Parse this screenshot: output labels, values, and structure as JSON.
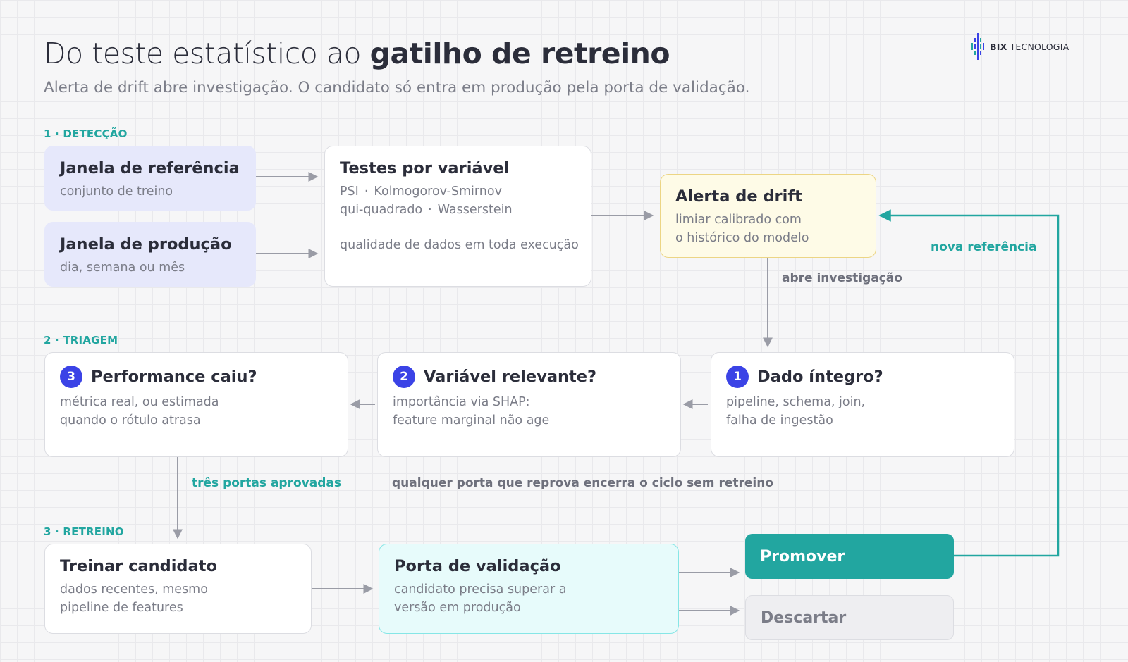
{
  "header": {
    "title_light": "Do teste estatístico ao ",
    "title_bold": "gatilho de retreino",
    "subtitle": "Alerta de drift abre investigação. O candidato só entra em produção pela porta de validação.",
    "logo_bold": "BIX",
    "logo_light": " TECNOLOGIA"
  },
  "sections": {
    "detection": "1 · DETECÇÃO",
    "triage": "2 · TRIAGEM",
    "retrain": "3 · RETREINO"
  },
  "detection": {
    "reference_window": {
      "title": "Janela de referência",
      "sub": "conjunto de treino"
    },
    "production_window": {
      "title": "Janela de produção",
      "sub": "dia, semana ou mês"
    },
    "tests": {
      "title": "Testes por variável",
      "line1": [
        "PSI",
        "Kolmogorov-Smirnov"
      ],
      "line2": [
        "qui-quadrado",
        "Wasserstein"
      ],
      "separator": "·",
      "quality": "qualidade de dados em toda execução"
    },
    "alert": {
      "title": "Alerta de drift",
      "sub1": "limiar calibrado com",
      "sub2": "o histórico do modelo"
    }
  },
  "triage": {
    "data_integrity": {
      "number": "1",
      "title": "Dado íntegro?",
      "sub1": "pipeline, schema, join,",
      "sub2": "falha de ingestão"
    },
    "relevant_variable": {
      "number": "2",
      "title": "Variável relevante?",
      "sub1": "importância via SHAP:",
      "sub2": "feature marginal não age"
    },
    "performance": {
      "number": "3",
      "title": "Performance caiu?",
      "sub1": "métrica real, ou estimada",
      "sub2": "quando o rótulo atrasa"
    }
  },
  "retrain": {
    "train_candidate": {
      "title": "Treinar candidato",
      "sub1": "dados recentes, mesmo",
      "sub2": "pipeline de features"
    },
    "validation_gate": {
      "title": "Porta de validação",
      "sub1": "candidato precisa superar a",
      "sub2": "versão em produção"
    },
    "promote": "Promover",
    "discard": "Descartar"
  },
  "labels": {
    "open_investigation": "abre investigação",
    "new_reference": "nova referência",
    "three_gates": "três portas aprovadas",
    "any_gate_fails": "qualquer porta que reprova encerra o ciclo sem retreino"
  },
  "colors": {
    "teal": "#22a6a0",
    "badge_blue": "#3b43e6",
    "arrow_gray": "#9a9ca6",
    "lavender": "#e6e8fb",
    "alert_fill": "#fefbe7",
    "alert_border": "#ecd584",
    "validation_fill": "#e7fbfb",
    "validation_border": "#86e6e6"
  },
  "icons": {
    "logo": "bix-logo-icon"
  }
}
